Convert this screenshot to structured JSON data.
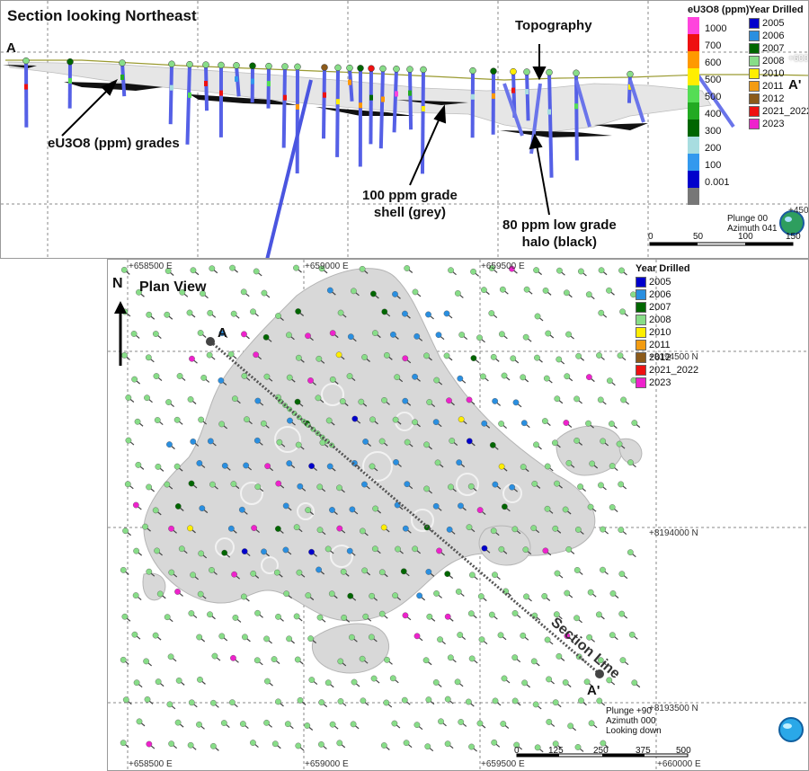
{
  "section": {
    "title": "Section looking Northeast",
    "label_a": "A",
    "label_a_prime": "A'",
    "annotations": {
      "topography": "Topography",
      "grades": "eU3O8 (ppm) grades",
      "shell_line1": "100 ppm grade",
      "shell_line2": "shell (grey)",
      "halo_line1": "80 ppm low grade",
      "halo_line2": "halo (black)"
    },
    "elev_ticks": [
      "+600",
      "+450"
    ],
    "grade_legend": {
      "title": "eU3O8 (ppm)",
      "items": [
        {
          "label": "1000",
          "color": "#ff44dd"
        },
        {
          "label": "700",
          "color": "#ee1111"
        },
        {
          "label": "600",
          "color": "#ff9900"
        },
        {
          "label": "500",
          "color": "#ffee00"
        },
        {
          "label": "500",
          "color": "#55dd55"
        },
        {
          "label": "400",
          "color": "#22aa22"
        },
        {
          "label": "300",
          "color": "#006600"
        },
        {
          "label": "200",
          "color": "#a8dde0"
        },
        {
          "label": "100",
          "color": "#3399ee"
        },
        {
          "label": "0.001",
          "color": "#0000cc"
        },
        {
          "label": "",
          "color": "#777777"
        }
      ]
    },
    "year_legend": {
      "title": "Year Drilled",
      "items": [
        {
          "label": "2005",
          "color": "#0000cc"
        },
        {
          "label": "2006",
          "color": "#2a8fe0"
        },
        {
          "label": "2007",
          "color": "#006600"
        },
        {
          "label": "2008",
          "color": "#88dd88"
        },
        {
          "label": "2010",
          "color": "#ffee00"
        },
        {
          "label": "2011",
          "color": "#f39c12"
        },
        {
          "label": "2012",
          "color": "#8b5a1a"
        },
        {
          "label": "2021_2022",
          "color": "#ee1111"
        },
        {
          "label": "2023",
          "color": "#ee22cc"
        }
      ]
    },
    "scale": {
      "ticks": [
        "0",
        "50",
        "100",
        "150"
      ]
    },
    "orientation": {
      "plunge": "Plunge 00",
      "azimuth": "Azimuth 041"
    }
  },
  "plan": {
    "title": "Plan View",
    "north": "N",
    "label_a": "A",
    "label_a_prime": "A'",
    "section_line_label": "Section Line",
    "easting_ticks": [
      "+658500 E",
      "+659000 E",
      "+659500 E",
      "+660000 E"
    ],
    "northing_ticks": [
      "+8194500 N",
      "+8194000 N",
      "+8193500 N"
    ],
    "year_legend": {
      "title": "Year Drilled",
      "items": [
        {
          "label": "2005",
          "color": "#0000cc"
        },
        {
          "label": "2006",
          "color": "#2a8fe0"
        },
        {
          "label": "2007",
          "color": "#006600"
        },
        {
          "label": "2008",
          "color": "#88dd88"
        },
        {
          "label": "2010",
          "color": "#ffee00"
        },
        {
          "label": "2011",
          "color": "#f39c12"
        },
        {
          "label": "2012",
          "color": "#8b5a1a"
        },
        {
          "label": "2021_2022",
          "color": "#ee1111"
        },
        {
          "label": "2023",
          "color": "#ee22cc"
        }
      ]
    },
    "scale": {
      "ticks": [
        "0",
        "125",
        "250",
        "375",
        "500"
      ]
    },
    "orientation": {
      "plunge": "Plunge +90",
      "azimuth": "Azimuth 000",
      "look": "Looking down"
    }
  }
}
